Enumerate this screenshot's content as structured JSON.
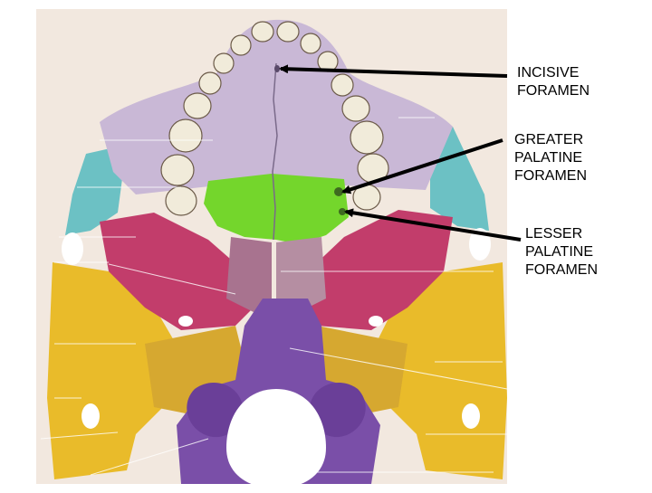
{
  "labels": {
    "incisive": [
      "INCISIVE",
      "FORAMEN"
    ],
    "greater_palatine": [
      "GREATER",
      "PALATINE",
      "FORAMEN"
    ],
    "lesser_palatine": [
      "LESSER",
      "PALATINE",
      "FORAMEN"
    ]
  },
  "colors": {
    "maxilla": "#c9b8d6",
    "palatine": "#74d62c",
    "sphenoid": "#c23d6b",
    "zygomatic": "#6cc1c4",
    "temporal": "#e9bb2a",
    "occipital": "#7a4fa8",
    "vomer": "#a8738f",
    "teeth": "#f1ebda"
  }
}
